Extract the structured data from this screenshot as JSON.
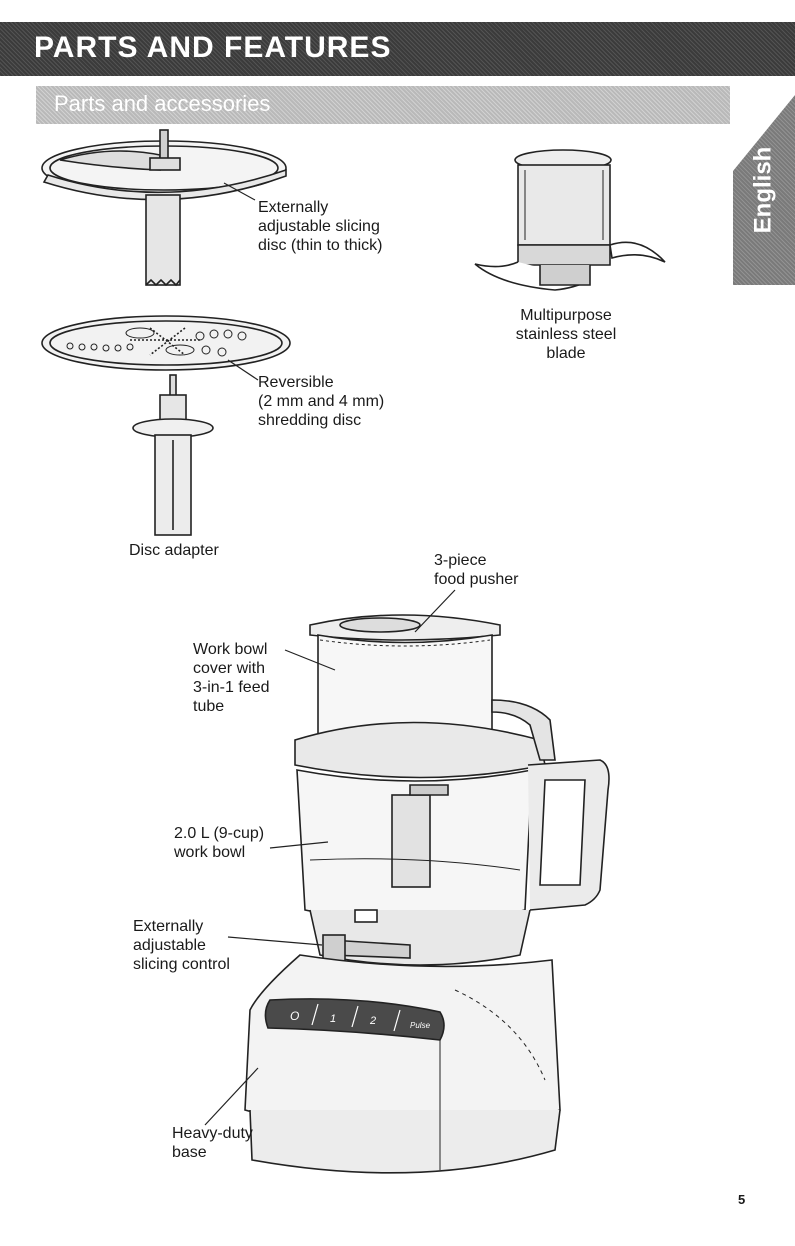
{
  "header": {
    "title": "PARTS AND FEATURES",
    "subtitle": "Parts and accessories",
    "language_tab": "English"
  },
  "labels": {
    "slicing_disc": "Externally\nadjustable slicing\ndisc (thin to thick)",
    "shredding_disc": "Reversible\n(2 mm and 4 mm)\nshredding disc",
    "disc_adapter": "Disc adapter",
    "blade": "Multipurpose\nstainless steel\nblade",
    "food_pusher": "3-piece\nfood pusher",
    "work_bowl_cover": "Work bowl\ncover with\n3-in-1 feed\ntube",
    "work_bowl": "2.0 L (9-cup)\nwork bowl",
    "slicing_control": "Externally\nadjustable\nslicing control",
    "base": "Heavy-duty\nbase"
  },
  "control_panel": {
    "off": "O",
    "speed_1": "1",
    "speed_2": "2",
    "pulse": "Pulse"
  },
  "footer": {
    "page_number": "5"
  }
}
